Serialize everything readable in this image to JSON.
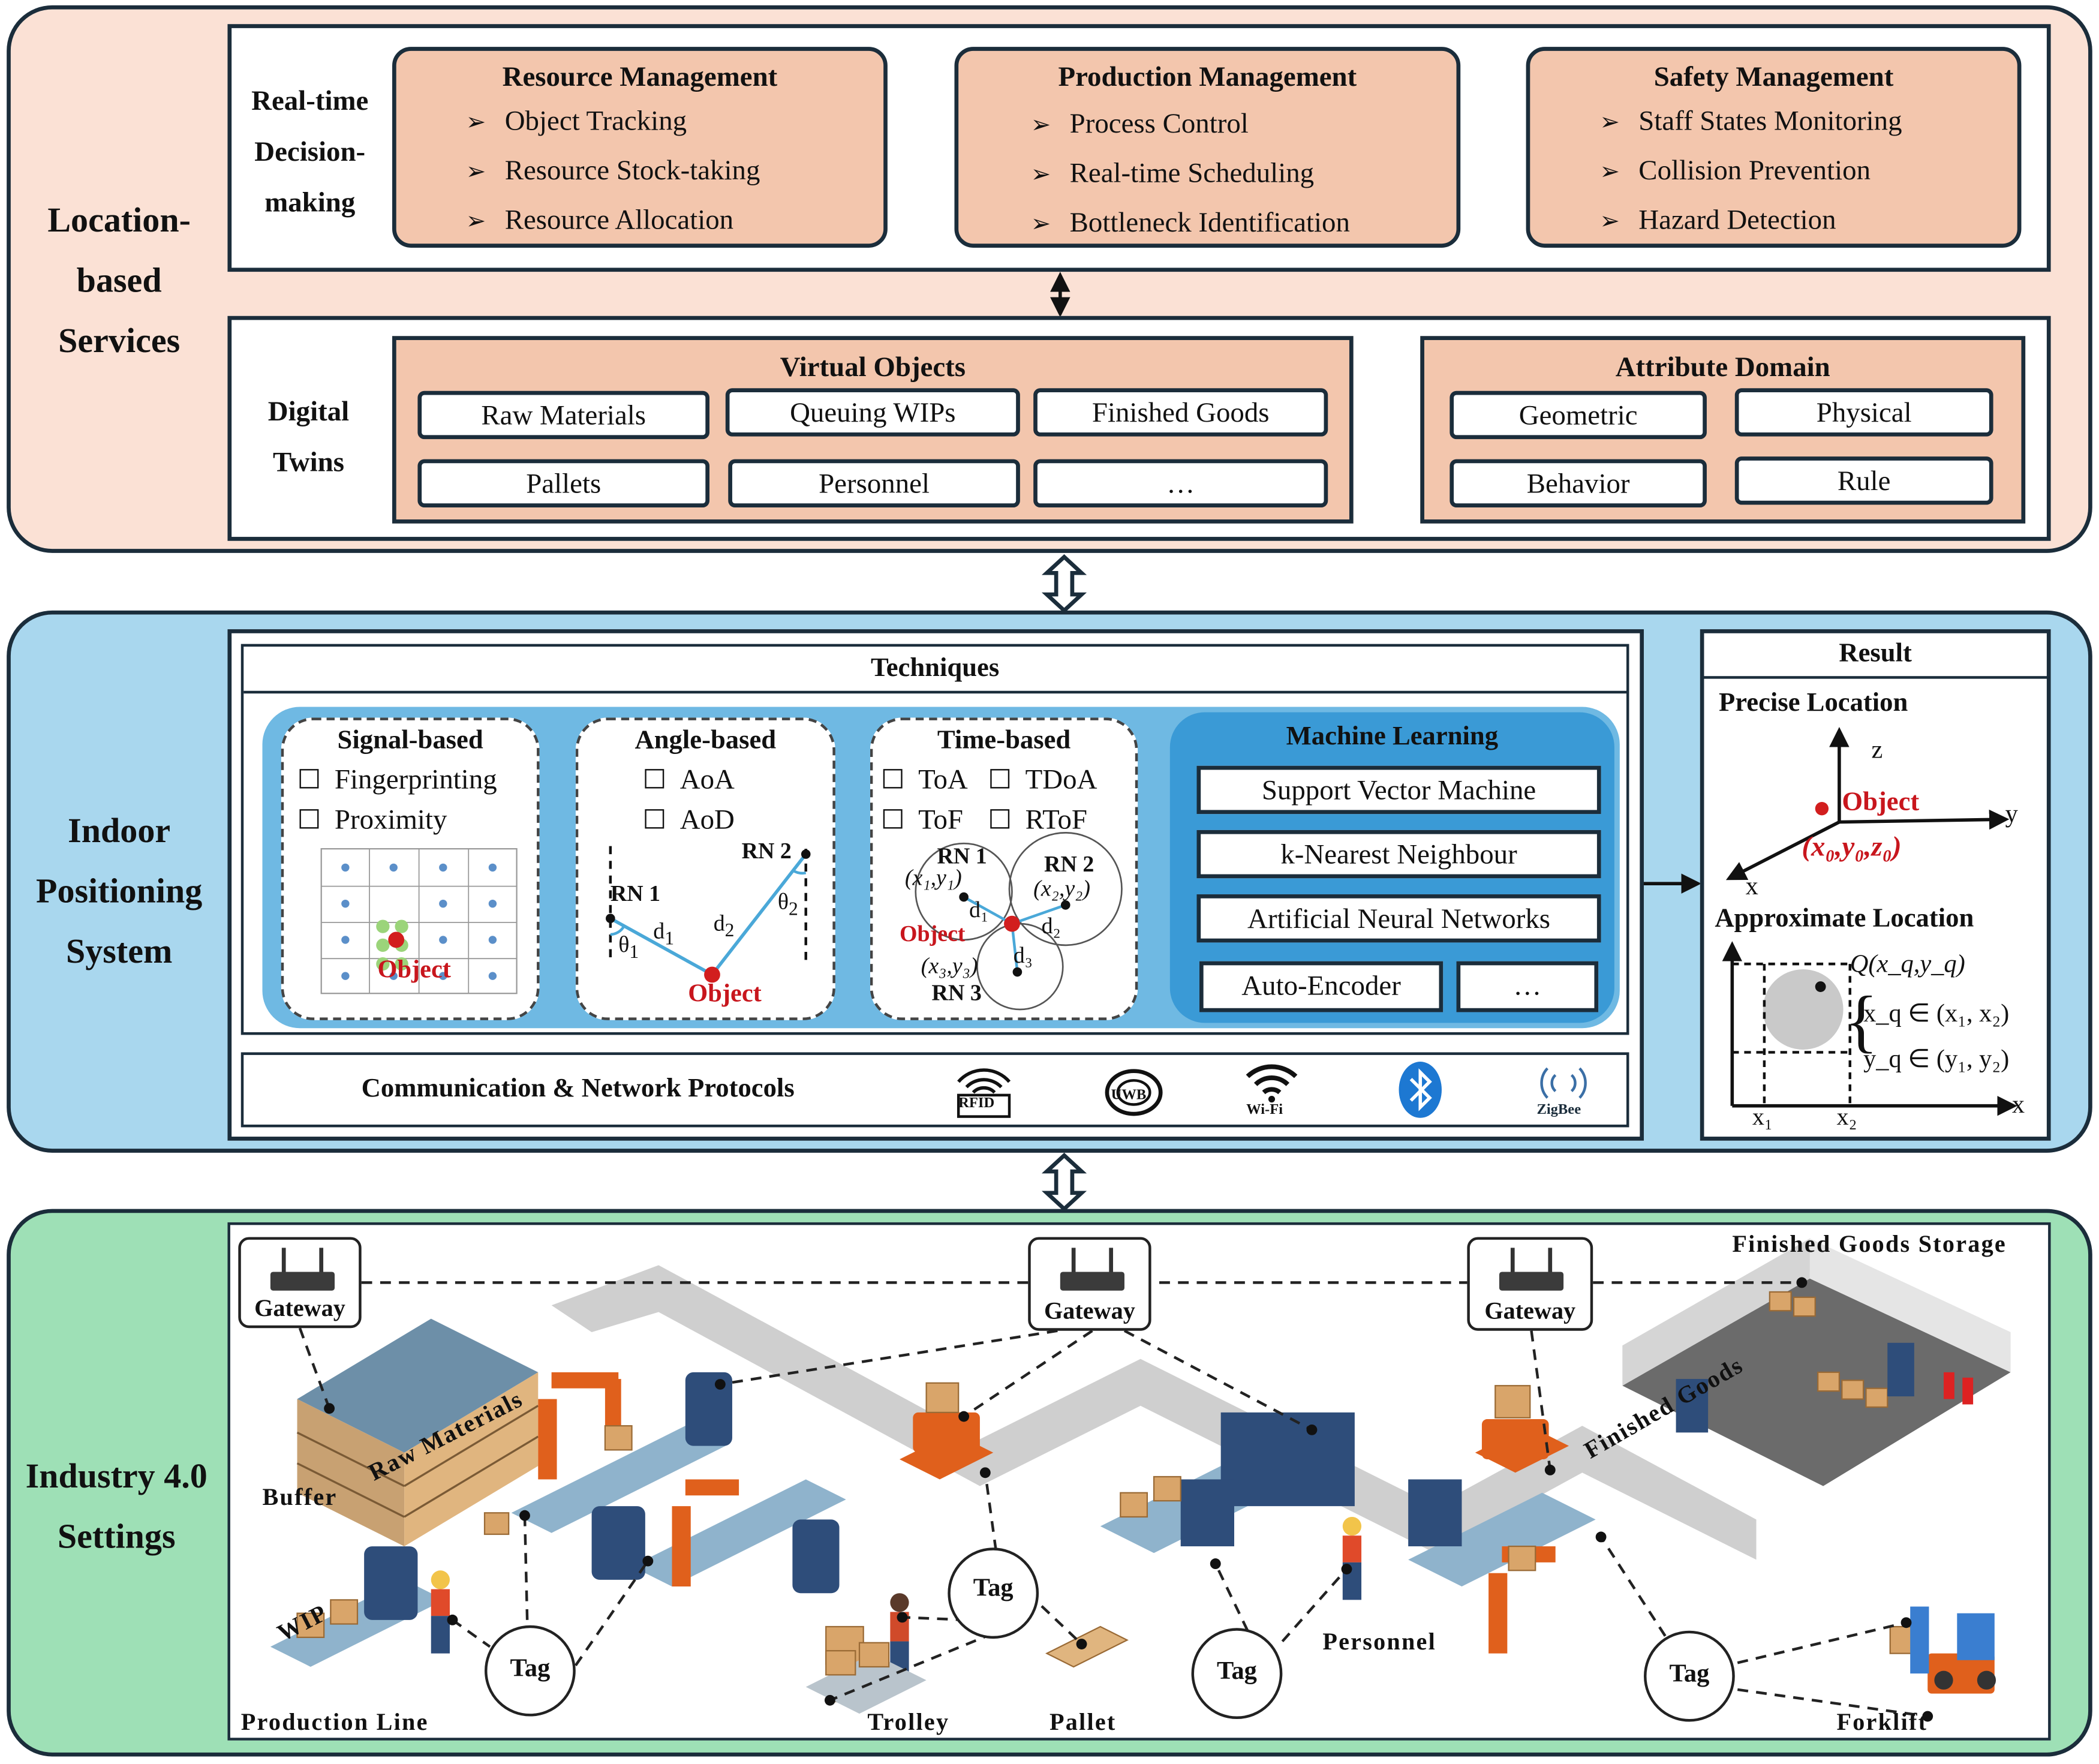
{
  "lbs": {
    "side_label": [
      "Location-",
      "based",
      "Services"
    ],
    "decision_label": [
      "Real-time",
      "Decision-",
      "making"
    ],
    "resource": {
      "title": "Resource Management",
      "items": [
        "Object Tracking",
        "Resource Stock-taking",
        "Resource Allocation"
      ]
    },
    "production": {
      "title": "Production Management",
      "items": [
        "Process Control",
        "Real-time Scheduling",
        "Bottleneck Identification"
      ]
    },
    "safety": {
      "title": "Safety Management",
      "items": [
        "Staff States Monitoring",
        "Collision Prevention",
        "Hazard Detection"
      ]
    },
    "twins_label": [
      "Digital",
      "Twins"
    ],
    "virtual": {
      "title": "Virtual  Objects",
      "items": [
        "Raw Materials",
        "Queuing WIPs",
        "Finished Goods",
        "Pallets",
        "Personnel",
        "…"
      ]
    },
    "attribute": {
      "title": "Attribute Domain",
      "items": [
        "Geometric",
        "Physical",
        "Behavior",
        "Rule"
      ]
    }
  },
  "ips": {
    "side_label": [
      "Indoor",
      "Positioning",
      "System"
    ],
    "techniques_title": "Techniques",
    "signal": {
      "title": "Signal-based",
      "items": [
        "Fingerprinting",
        "Proximity"
      ],
      "object": "Object"
    },
    "angle": {
      "title": "Angle-based",
      "items": [
        "AoA",
        "AoD"
      ],
      "rn1": "RN 1",
      "rn2": "RN 2",
      "d1": "d",
      "d1sub": "1",
      "d2": "d",
      "d2sub": "2",
      "t1": "θ",
      "t1sub": "1",
      "t2": "θ",
      "t2sub": "2",
      "object": "Object"
    },
    "time": {
      "title": "Time-based",
      "items": [
        "ToA",
        "TDoA",
        "ToF",
        "RToF"
      ],
      "rn1": "RN 1",
      "rn2": "RN 2",
      "rn3": "RN 3",
      "c1": "(x₁,y₁)",
      "c2": "(x₂,y₂)",
      "c3": "(x₃,y₃)",
      "d1": "d₁",
      "d2": "d₂",
      "d3": "d₃",
      "object": "Object"
    },
    "ml": {
      "title": "Machine Learning",
      "items": [
        "Support Vector Machine",
        "k-Nearest Neighbour",
        "Artificial Neural Networks",
        "Auto-Encoder",
        "…"
      ]
    },
    "protocols_title": "Communication & Network Protocols",
    "protocol_icons": [
      "RFID",
      "UWB",
      "Wi-Fi",
      "",
      "ZigBee"
    ],
    "result": {
      "title": "Result",
      "precise": "Precise Location",
      "axis_z": "z",
      "axis_y": "y",
      "axis_x": "x",
      "object": "Object",
      "coord": "(x₀,y₀,z₀)",
      "approx": "Approximate Location",
      "q": "Q(x_q,y_q)",
      "xq": "x_q ∈ (x₁, x₂)",
      "yq": "y_q ∈ (y₁, y₂)",
      "x1": "x₁",
      "x2": "x₂",
      "ax_x": "x"
    }
  },
  "i40": {
    "side_label": [
      "Industry 4.0",
      "Settings"
    ],
    "gateways": [
      "Gateway",
      "Gateway",
      "Gateway"
    ],
    "tags": [
      "Tag",
      "Tag",
      "Tag",
      "Tag"
    ],
    "labels": {
      "fgs": "Finished Goods Storage",
      "buffer": "Buffer",
      "raw": "Raw Materials",
      "wip": "WIP",
      "line": "Production Line",
      "trolley": "Trolley",
      "pallet": "Pallet",
      "personnel": "Personnel",
      "forklift": "Forklift",
      "fg": "Finished Goods"
    }
  }
}
